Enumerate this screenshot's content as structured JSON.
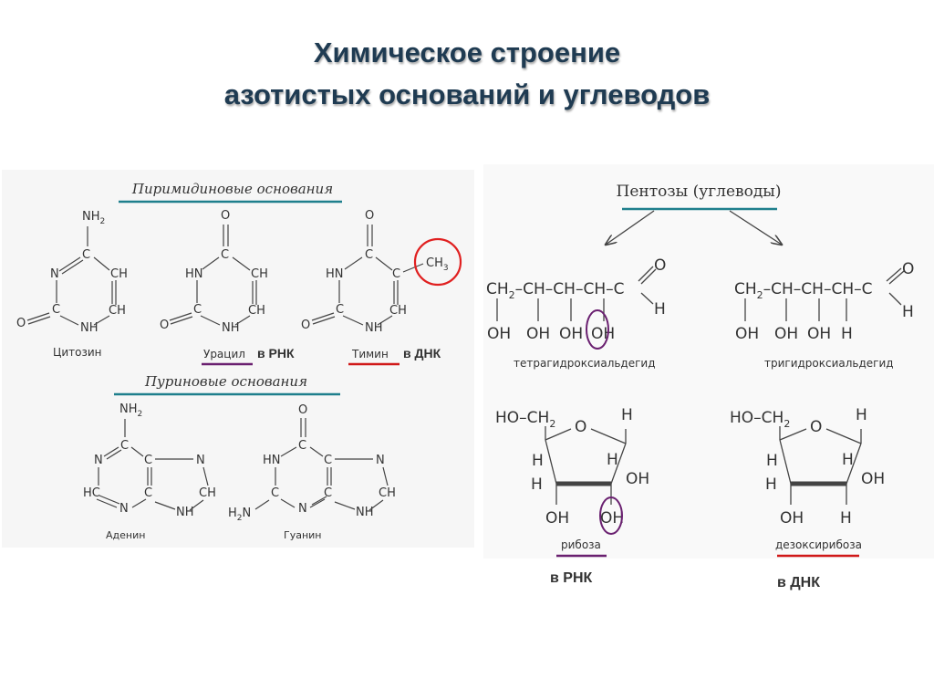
{
  "title": {
    "line1": "Химическое строение",
    "line2": "азотистых оснований и углеводов"
  },
  "left": {
    "pyrimidine_header": "Пиримидиновые основания",
    "purine_header": "Пуриновые основания",
    "cytosine": {
      "name": "Цитозин",
      "top": "NH",
      "sub": "2",
      "c4": "C",
      "n3": "N",
      "c5": "CH",
      "c2": "C",
      "c6": "CH",
      "o": "O",
      "n1": "NH"
    },
    "uracil": {
      "name": "Урацил",
      "tag": "в РНК",
      "o_top": "O",
      "c4": "C",
      "hn": "HN",
      "c5": "CH",
      "c2": "C",
      "c6": "CH",
      "o": "O",
      "nh": "NH"
    },
    "thymine": {
      "name": "Тимин",
      "tag": "в ДНК",
      "o_top": "O",
      "c4": "C",
      "hn": "HN",
      "c5": "C",
      "ch3": "CH",
      "ch3sub": "3",
      "c2": "C",
      "c6": "CH",
      "o": "O",
      "nh": "NH"
    },
    "adenine": {
      "name": "Аденин",
      "top": "NH",
      "sub": "2",
      "c6": "C",
      "n1": "N",
      "c5": "C",
      "n7": "N",
      "hc": "HC",
      "c4": "C",
      "ch": "CH",
      "n3": "N",
      "nh": "NH"
    },
    "guanine": {
      "name": "Гуанин",
      "o": "O",
      "c6": "C",
      "hn": "HN",
      "c5": "C",
      "n7": "N",
      "h2n": "H",
      "h2nsub": "2",
      "n_": "N",
      "c2": "C",
      "c4": "C",
      "ch": "CH",
      "n3": "N",
      "nh": "NH"
    }
  },
  "right": {
    "header": "Пентозы (углеводы)",
    "chain1": {
      "main": "CH",
      "sub": "2",
      "rest": "–CH–CH–CH–C",
      "o": "O",
      "h": "H",
      "oh": [
        "OH",
        "OH",
        "OH",
        "OH"
      ],
      "caption": "тетрагидроксиальдегид"
    },
    "chain2": {
      "main": "CH",
      "sub": "2",
      "rest": "–CH–CH–CH–C",
      "o": "O",
      "h": "H",
      "oh": [
        "OH",
        "OH",
        "OH",
        "H"
      ],
      "caption": "тригидроксиальдегид"
    },
    "ribose": {
      "hoch": "HO–CH",
      "sub": "2",
      "o": "O",
      "h": [
        "H",
        "H",
        "H",
        "H"
      ],
      "oh": [
        "OH",
        "OH",
        "OH"
      ],
      "name": "рибоза",
      "tag": "в РНК"
    },
    "deoxyribose": {
      "hoch": "HO–CH",
      "sub": "2",
      "o": "O",
      "h": [
        "H",
        "H",
        "H",
        "H",
        "H"
      ],
      "oh": [
        "OH",
        "OH"
      ],
      "name": "дезоксирибоза",
      "tag": "в ДНК"
    }
  },
  "colors": {
    "title": "#1f3b52",
    "teal_line": "#1e7f8c",
    "rna": "#7a1a7a",
    "dna": "#d01818",
    "circle_red": "#e02020",
    "circle_purple": "#6a2070"
  }
}
